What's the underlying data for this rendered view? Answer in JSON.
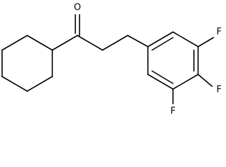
{
  "molecule": {
    "atoms": {
      "oxygen": "O",
      "fluorine_top": "F",
      "fluorine_middle": "F",
      "fluorine_bottom": "F"
    }
  }
}
